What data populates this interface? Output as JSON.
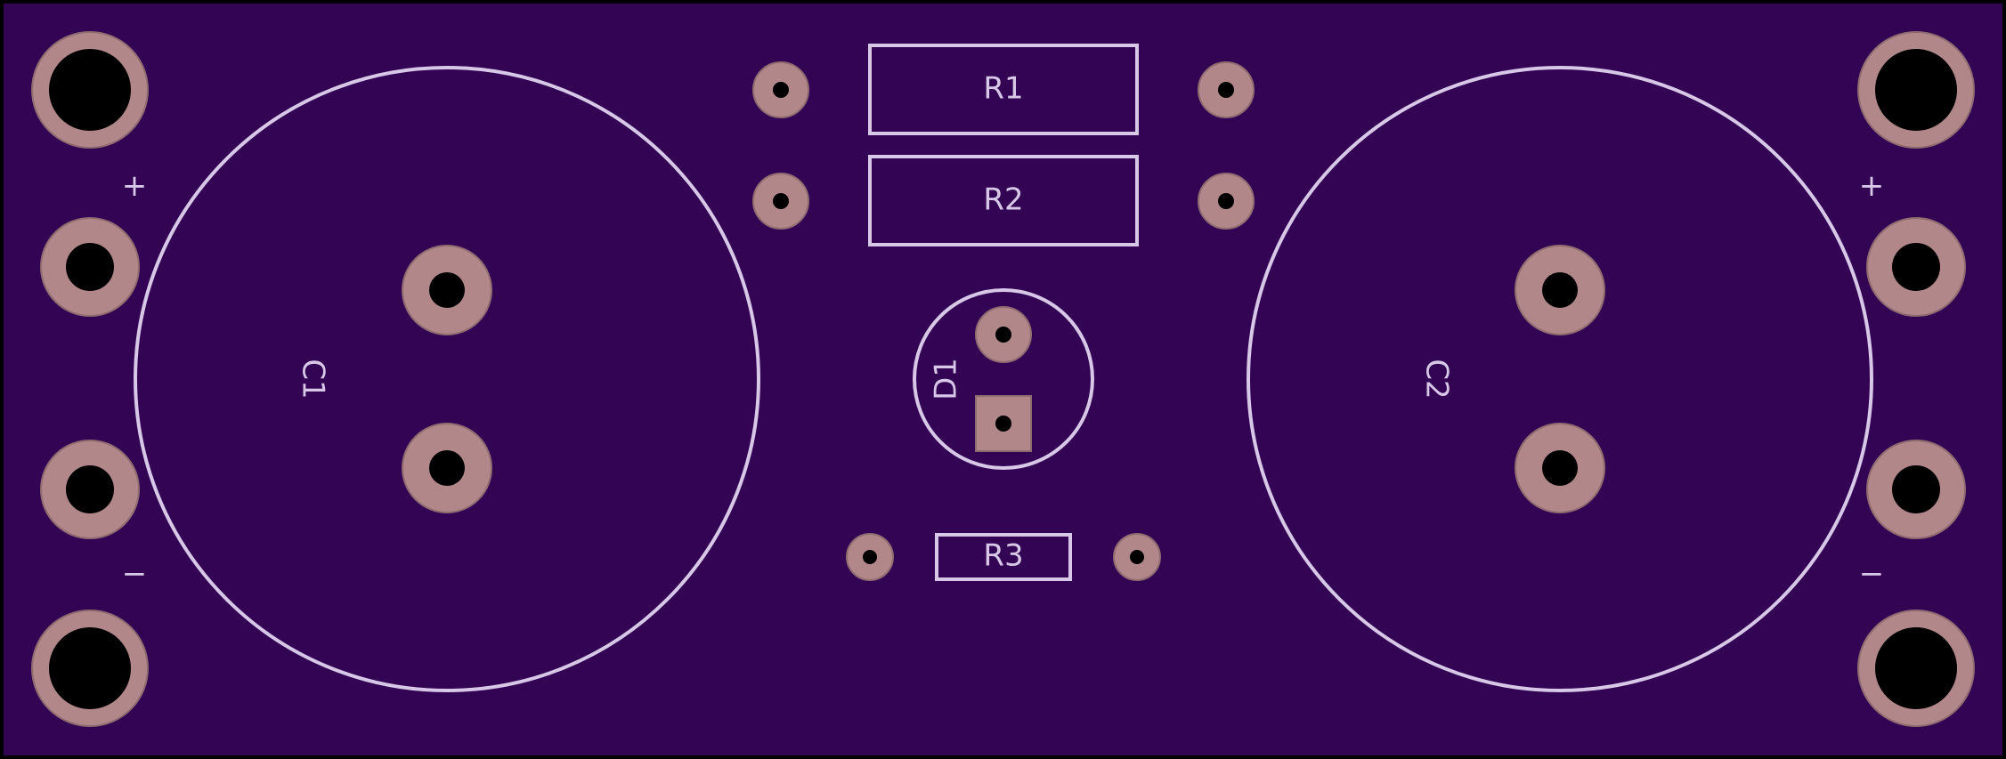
{
  "colors": {
    "board": "#330354",
    "outline": "#000000",
    "silkscreen": "#d8c8e8",
    "pad_copper": "#b1878a",
    "drill": "#000000"
  },
  "labels": {
    "c1": "C1",
    "c2": "C2",
    "r1": "R1",
    "r2": "R2",
    "r3": "R3",
    "d1": "D1",
    "left_plus": "+",
    "left_minus": "−",
    "right_plus": "+",
    "right_minus": "−"
  }
}
